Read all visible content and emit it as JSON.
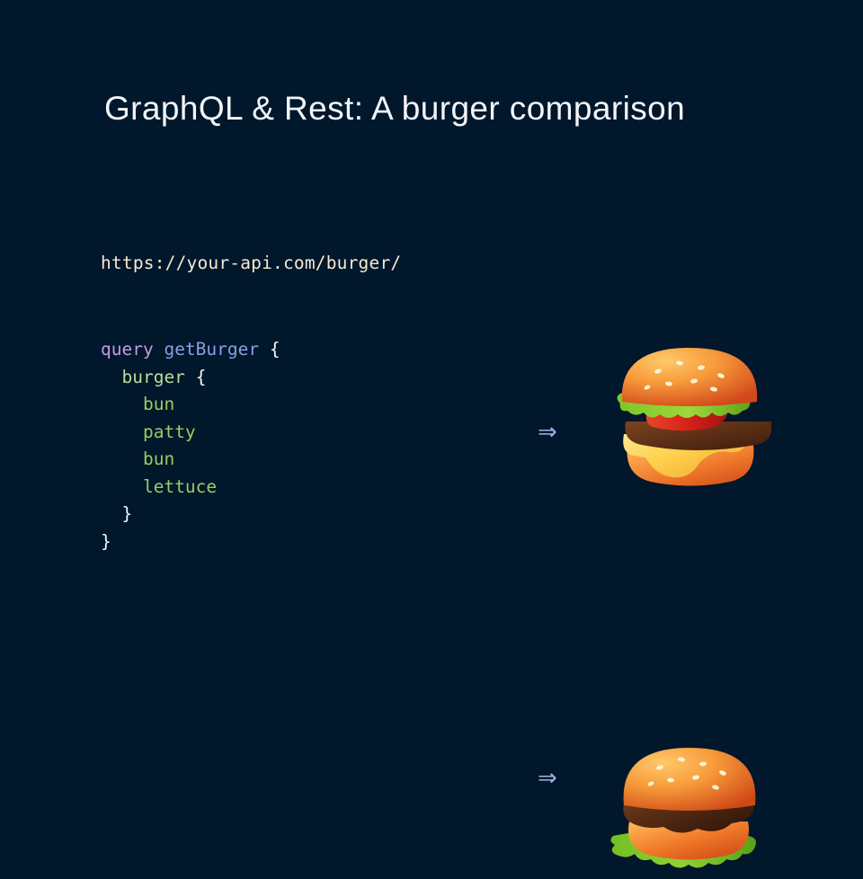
{
  "slide": {
    "title": "GraphQL & Rest: A burger comparison",
    "background_color": "#01172b"
  },
  "colors": {
    "background": "#01172b",
    "title_text": "#f2f5f8",
    "url_text": "#f6e9d2",
    "arrow": "#9fb3e8",
    "keyword": "#c39ce0",
    "operation_name": "#8c9ee8",
    "punctuation": "#f4f6f8",
    "root_field": "#b9dd9b",
    "field": "#9ccb60"
  },
  "rest": {
    "label": "rest-request",
    "url": "https://your-api.com/burger/",
    "arrow": "⇒",
    "arrow_icon_name": "double-arrow-right-icon",
    "result": {
      "name": "full-burger",
      "alt": "Burger emoji with sesame bun, lettuce, tomato, patty and cheese",
      "layers": [
        "sesame top bun",
        "lettuce",
        "tomato",
        "patty",
        "cheese",
        "bottom bun"
      ]
    }
  },
  "graphql": {
    "label": "graphql-query",
    "arrow": "⇒",
    "arrow_icon_name": "double-arrow-right-icon",
    "query": {
      "keyword": "query",
      "operation_name": "getBurger",
      "open_brace": "{",
      "root_field": "burger",
      "root_open_brace": "{",
      "fields": [
        "bun",
        "patty",
        "bun",
        "lettuce"
      ],
      "root_close_brace": "}",
      "close_brace": "}",
      "full_text": "query getBurger {\n  burger {\n    bun\n    patty\n    bun\n    lettuce\n  }\n}"
    },
    "result": {
      "name": "simple-burger",
      "alt": "Burger with sesame bun, patty, bottom bun and lettuce",
      "layers": [
        "sesame top bun",
        "patty",
        "bottom bun",
        "lettuce"
      ]
    }
  }
}
